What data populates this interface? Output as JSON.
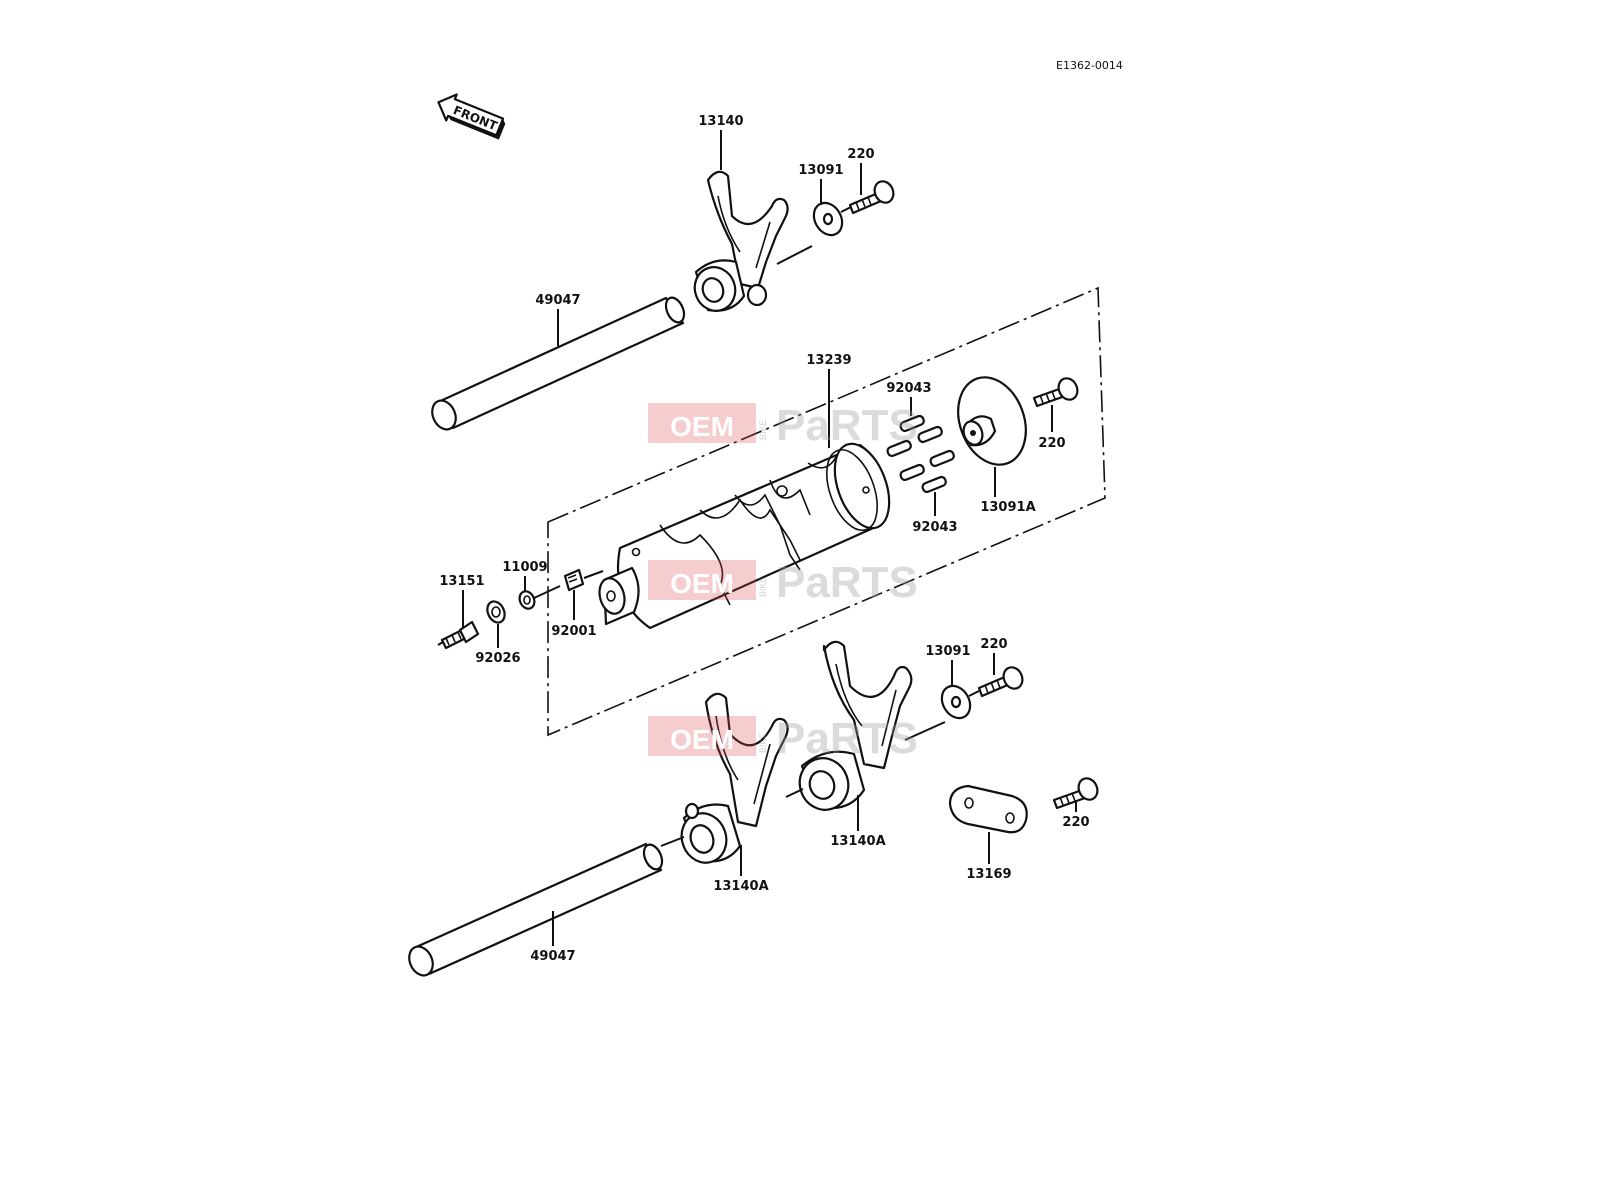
{
  "diagram_code": "E1362-0014",
  "front_arrow_label": "FRONT",
  "watermark": {
    "part1": "OEM",
    "small": "BIKE",
    "part2": "PaRTS",
    "color": "#e04a4f"
  },
  "labels": {
    "fork_top": "13140",
    "washer_top": "13091",
    "bolt_top": "220",
    "shaft_top": "49047",
    "drum": "13239",
    "pins_upper": "92043",
    "pins_lower": "92043",
    "drum_plate": "13091A",
    "bolt_drum": "220",
    "switch": "13151",
    "gasket_outer": "92026",
    "gasket_inner": "11009",
    "drum_bolt_small": "92001",
    "washer_bottom": "13091",
    "bolt_bottom": "220",
    "fork_bottom_left": "13140A",
    "fork_bottom_right": "13140A",
    "stopper_plate": "13169",
    "bolt_stopper": "220",
    "shaft_bottom": "49047"
  }
}
